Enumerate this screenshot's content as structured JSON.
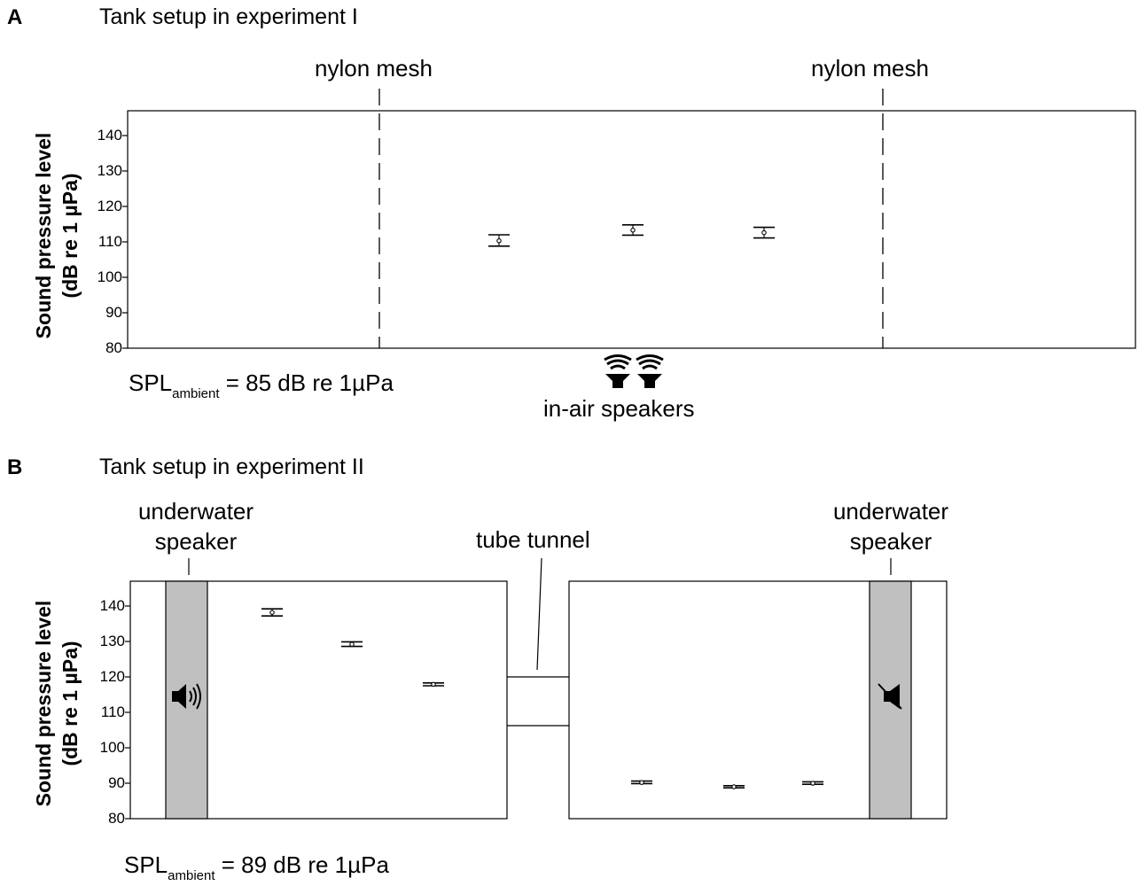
{
  "panelA": {
    "letter": "A",
    "title": "Tank setup in experiment I",
    "left_mesh_label": "nylon mesh",
    "right_mesh_label": "nylon mesh",
    "ylabel_line1": "Sound pressure level",
    "ylabel_line2": "(dB re 1 µPa)",
    "spl_prefix": "SPL",
    "spl_sub": "ambient",
    "spl_suffix": " = 85 dB re 1µPa",
    "speakers_label": "in-air speakers",
    "speaker_icon": "in-air-speaker-icon"
  },
  "panelB": {
    "letter": "B",
    "title": "Tank setup in experiment II",
    "left_speaker_label_line1": "underwater",
    "left_speaker_label_line2": "speaker",
    "right_speaker_label_line1": "underwater",
    "right_speaker_label_line2": "speaker",
    "tunnel_label": "tube tunnel",
    "ylabel_line1": "Sound pressure level",
    "ylabel_line2": "(dB re 1 µPa)",
    "spl_prefix": "SPL",
    "spl_sub": "ambient",
    "spl_suffix": " = 89 dB re 1µPa",
    "active_speaker_icon": "speaker-on-icon",
    "muted_speaker_icon": "speaker-muted-icon"
  },
  "chart_data": [
    {
      "type": "scatter",
      "title": "Tank setup in experiment I",
      "ylabel": "Sound pressure level (dB re 1 µPa)",
      "ylim": [
        80,
        145
      ],
      "yticks": [
        80,
        90,
        100,
        110,
        120,
        130,
        140
      ],
      "points": [
        {
          "mean": 110.3,
          "lower": 108.8,
          "upper": 112.0
        },
        {
          "mean": 113.3,
          "lower": 111.9,
          "upper": 114.8
        },
        {
          "mean": 112.6,
          "lower": 111.1,
          "upper": 114.1
        }
      ]
    },
    {
      "type": "scatter",
      "title": "Tank setup in experiment II",
      "ylabel": "Sound pressure level (dB re 1 µPa)",
      "ylim": [
        80,
        147
      ],
      "yticks": [
        80,
        90,
        100,
        110,
        120,
        130,
        140
      ],
      "points": [
        {
          "tank": "left",
          "mean": 138.2,
          "lower": 137.2,
          "upper": 139.2
        },
        {
          "tank": "left",
          "mean": 129.2,
          "lower": 128.6,
          "upper": 129.9
        },
        {
          "tank": "left",
          "mean": 117.9,
          "lower": 117.5,
          "upper": 118.3
        },
        {
          "tank": "right",
          "mean": 90.2,
          "lower": 89.9,
          "upper": 90.6
        },
        {
          "tank": "right",
          "mean": 89.0,
          "lower": 88.7,
          "upper": 89.3
        },
        {
          "tank": "right",
          "mean": 90.0,
          "lower": 89.7,
          "upper": 90.4
        }
      ]
    }
  ]
}
